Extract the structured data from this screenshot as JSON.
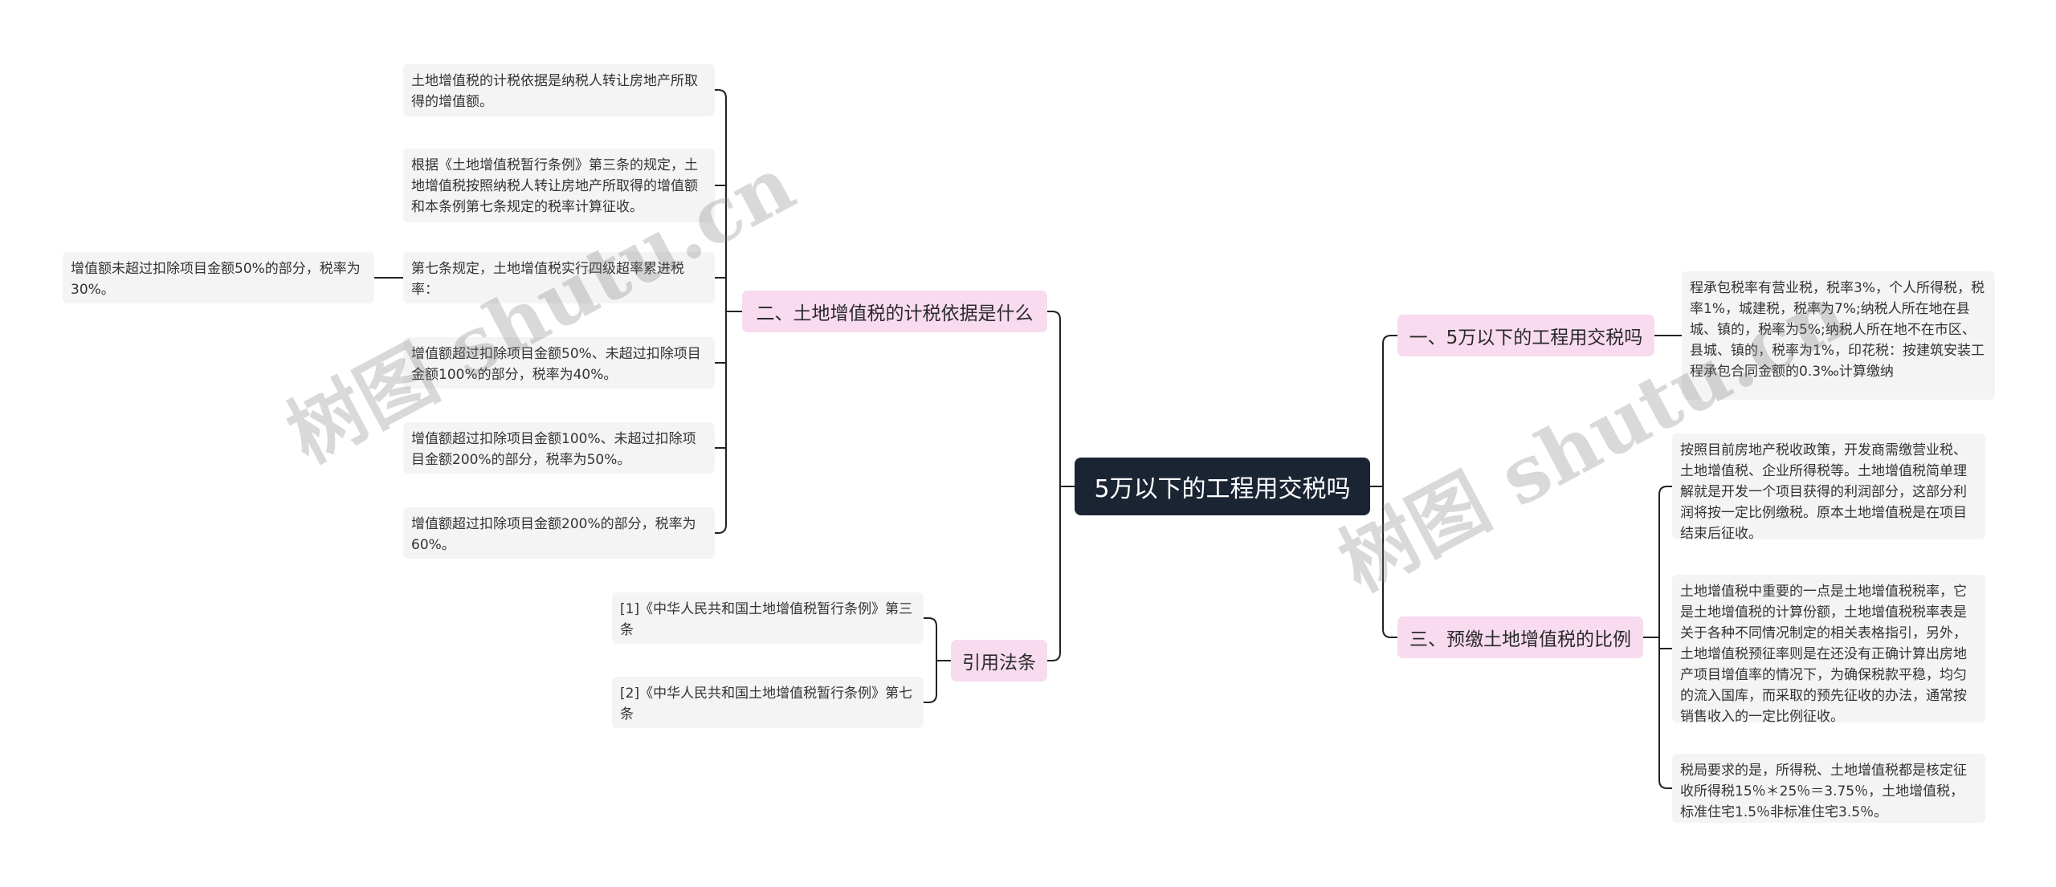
{
  "root": {
    "label": "5万以下的工程用交税吗"
  },
  "watermarks": [
    "树图 shutu.cn",
    "树图 shutu.cn"
  ],
  "left": {
    "basis": {
      "label": "二、土地增值税的计税依据是什么",
      "items": [
        "土地增值税的计税依据是纳税人转让房地产所取得的增值额。",
        "根据《土地增值税暂行条例》第三条的规定，土地增值税按照纳税人转让房地产所取得的增值额和本条例第七条规定的税率计算征收。",
        "第七条规定，土地增值税实行四级超率累进税率：",
        "增值额超过扣除项目金额50%、未超过扣除项目金额100%的部分，税率为40%。",
        "增值额超过扣除项目金额100%、未超过扣除项目金额200%的部分，税率为50%。",
        "增值额超过扣除项目金额200%的部分，税率为60%。"
      ],
      "sub": "增值额未超过扣除项目金额50%的部分，税率为30%。"
    },
    "refs": {
      "label": "引用法条",
      "items": [
        "[1]《中华人民共和国土地增值税暂行条例》第三条",
        "[2]《中华人民共和国土地增值税暂行条例》第七条"
      ]
    }
  },
  "right": {
    "q1": {
      "label": "一、5万以下的工程用交税吗",
      "items": [
        "程承包税率有营业税，税率3%，个人所得税，税率1%，城建税，税率为7%;纳税人所在地在县城、镇的，税率为5%;纳税人所在地不在市区、县城、镇的，税率为1%，印花税：按建筑安装工程承包合同金额的0.3‰计算缴纳"
      ]
    },
    "q3": {
      "label": "三、预缴土地增值税的比例",
      "items": [
        "按照目前房地产税收政策，开发商需缴营业税、土地增值税、企业所得税等。土地增值税简单理解就是开发一个项目获得的利润部分，这部分利润将按一定比例缴税。原本土地增值税是在项目结束后征收。",
        "土地增值税中重要的一点是土地增值税税率，它是土地增值税的计算份额，土地增值税税率表是关于各种不同情况制定的相关表格指引，另外，土地增值税预征率则是在还没有正确计算出房地产项目增值率的情况下，为确保税款平稳，均匀的流入国库，而采取的预先征收的办法，通常按销售收入的一定比例征收。",
        "税局要求的是，所得税、土地增值税都是核定征收所得税15％＊25％＝3.75％，土地增值税，标准住宅1.5％非标准住宅3.5％。"
      ]
    }
  },
  "colors": {
    "line": "#222222",
    "root_bg": "#1b2433",
    "branch_bg": "#f8dbef",
    "leaf_bg": "#f4f4f4"
  }
}
